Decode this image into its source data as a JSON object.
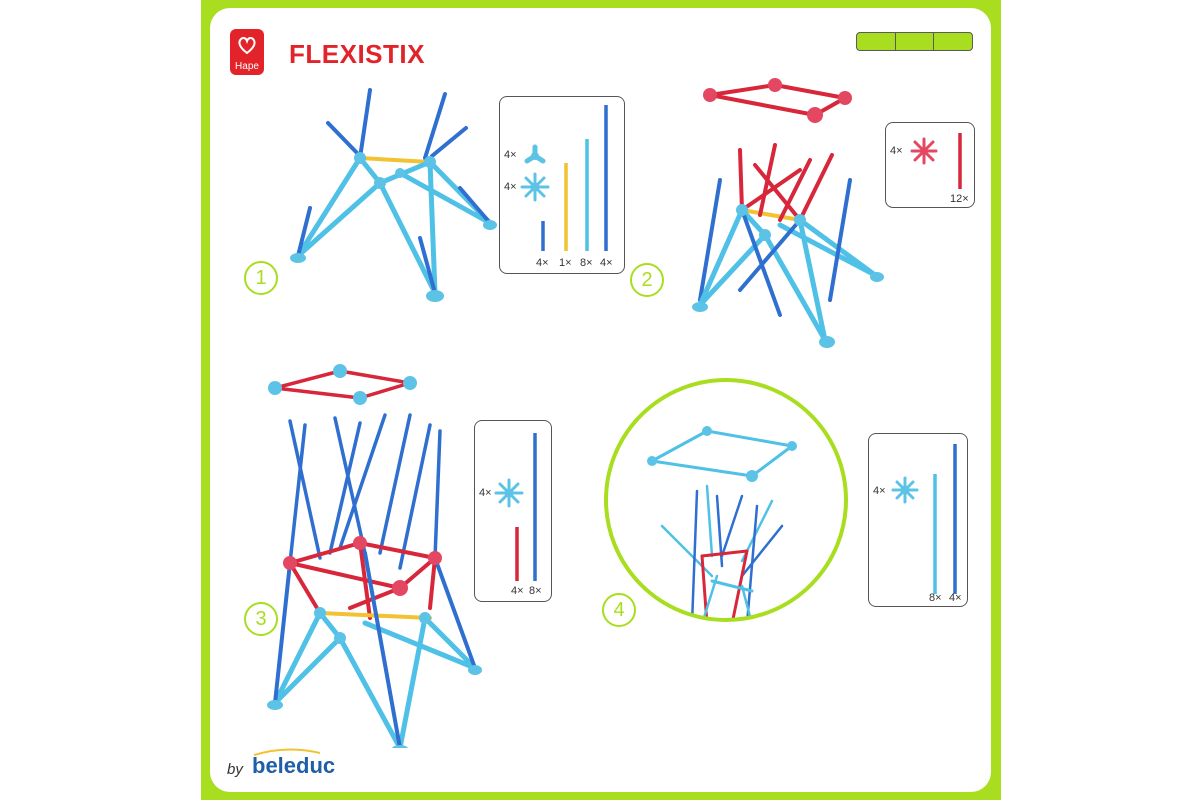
{
  "brand": {
    "logo_text": "Hape",
    "title": "FLEXISTIX"
  },
  "colors": {
    "frame": "#a8de1f",
    "brand_red": "#e3232a",
    "rod_dark_blue": "#2e6fcf",
    "rod_light_blue": "#4fc0e6",
    "rod_red": "#d8263a",
    "rod_yellow": "#f1c232",
    "connector_blue": "#5cc3e6",
    "connector_red": "#e34762"
  },
  "steps": [
    {
      "number": "1",
      "parts": {
        "connectors": [
          "4×",
          "4×"
        ],
        "rods": [
          "4×",
          "1×",
          "8×",
          "4×"
        ]
      }
    },
    {
      "number": "2",
      "parts": {
        "connectors": [
          "4×"
        ],
        "rods": [
          "12×"
        ]
      }
    },
    {
      "number": "3",
      "parts": {
        "connectors": [
          "4×"
        ],
        "rods": [
          "4×",
          "8×"
        ]
      }
    },
    {
      "number": "4",
      "parts": {
        "connectors": [
          "4×"
        ],
        "rods": [
          "8×",
          "4×"
        ]
      }
    }
  ],
  "footer": {
    "by": "by",
    "maker": "beleduc"
  }
}
